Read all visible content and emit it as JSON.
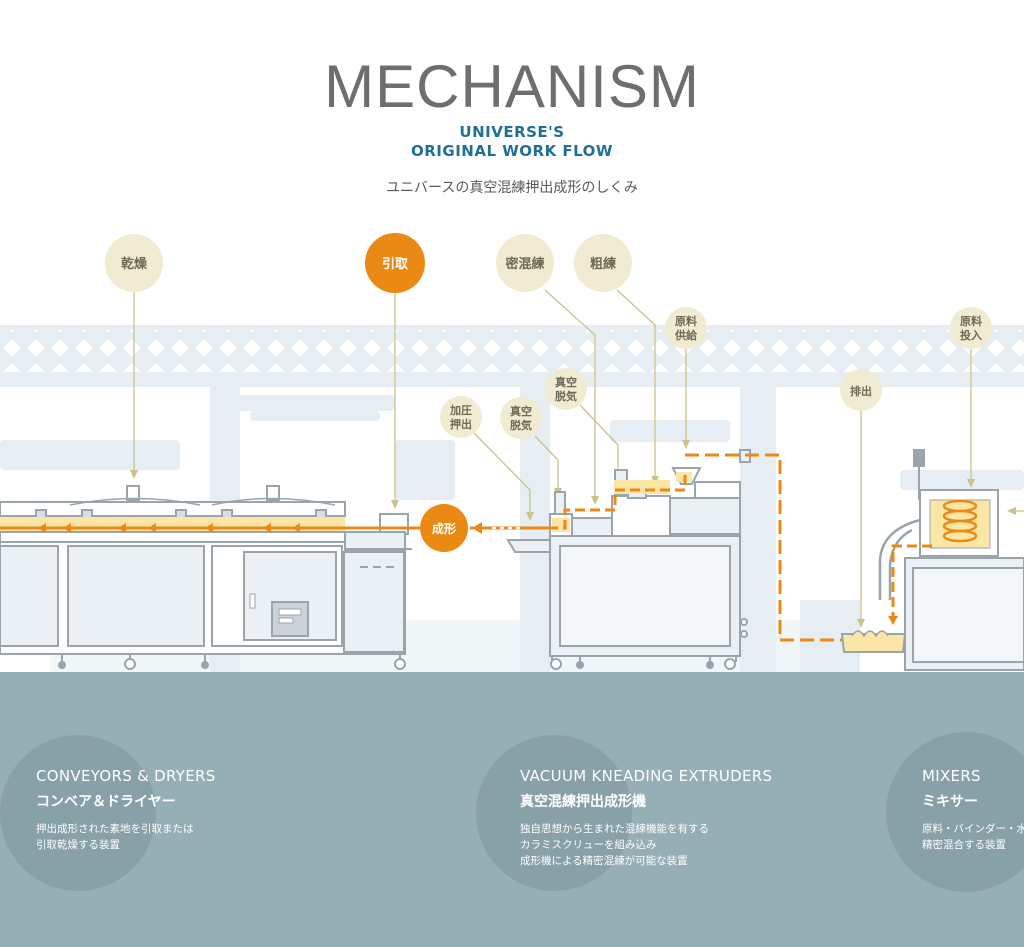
{
  "header": {
    "title": "MECHANISM",
    "subtitle_line1": "UNIVERSE'S",
    "subtitle_line2": "ORIGINAL WORK FLOW",
    "description": "ユニバースの真空混練押出成形のしくみ"
  },
  "process_labels": {
    "drying": "乾燥",
    "pulling": "引取",
    "dense_kneading": "密混練",
    "rough_kneading": "粗練",
    "feed_1": "原料",
    "feed_2": "供給",
    "vacuum_a_1": "真空",
    "vacuum_a_2": "脱気",
    "pressure_1": "加圧",
    "pressure_2": "押出",
    "vacuum_b_1": "真空",
    "vacuum_b_2": "脱気",
    "discharge": "排出",
    "input_1": "原料",
    "input_2": "投入",
    "forming": "成形"
  },
  "colors": {
    "accent_orange": "#ea8a14",
    "label_bubble": "#f1ebd2",
    "leader_line": "#c9c28b",
    "flow_highlight": "#fbe6a6",
    "machine_stroke": "#9aa4ab",
    "factory_bg": "#e6eef3",
    "bottom_panel": "#96aeb6",
    "subtitle_blue": "#1f6f99"
  },
  "sections": {
    "conveyors": {
      "title_en": "CONVEYORS & DRYERS",
      "title_ja": "コンベア＆ドライヤー",
      "text_line1": "押出成形された素地を引取または",
      "text_line2": "引取乾燥する装置"
    },
    "extruders": {
      "title_en": "VACUUM KNEADING EXTRUDERS",
      "title_ja": "真空混練押出成形機",
      "text_line1": "独自思想から生まれた混練機能を有する",
      "text_line2": "カラミスクリューを組み込み",
      "text_line3": "成形機による精密混練が可能な装置"
    },
    "mixers": {
      "title_en": "MIXERS",
      "title_ja": "ミキサー",
      "text_line1": "原料・バインダー・水",
      "text_line2": "精密混合する装置"
    }
  }
}
